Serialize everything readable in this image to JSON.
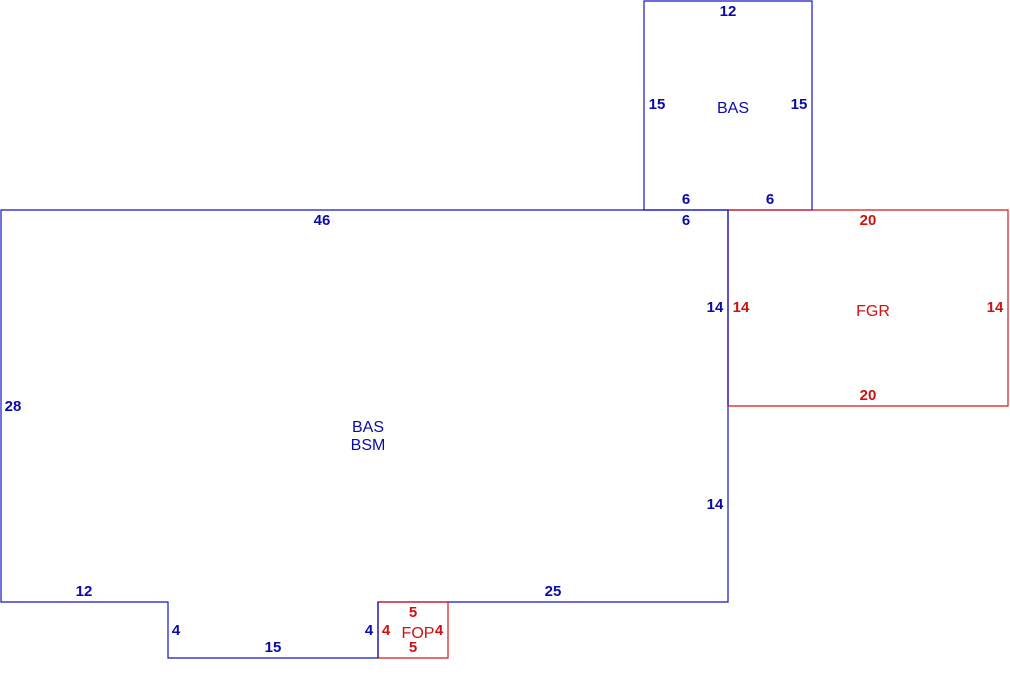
{
  "colors": {
    "blue": "#0a0aa8",
    "red": "#d11010"
  },
  "areas": {
    "bas_top": "BAS",
    "bas_main_1": "BAS",
    "bas_main_2": "BSM",
    "fgr": "FGR",
    "fop": "FOP"
  },
  "dims": {
    "bas_top_top": "12",
    "bas_top_left": "15",
    "bas_top_right": "15",
    "bas_top_bottom_left": "6",
    "bas_top_bottom_right": "6",
    "main_top": "46",
    "main_top_right": "6",
    "main_left": "28",
    "main_right_upper": "14",
    "main_right_lower": "14",
    "main_bottom_left": "12",
    "main_notch_left": "4",
    "main_notch_bottom": "15",
    "main_notch_right": "4",
    "main_bottom_right": "25",
    "fgr_top": "20",
    "fgr_left": "14",
    "fgr_right": "14",
    "fgr_bottom": "20",
    "fop_top": "5",
    "fop_left": "4",
    "fop_right": "4",
    "fop_bottom": "5"
  }
}
